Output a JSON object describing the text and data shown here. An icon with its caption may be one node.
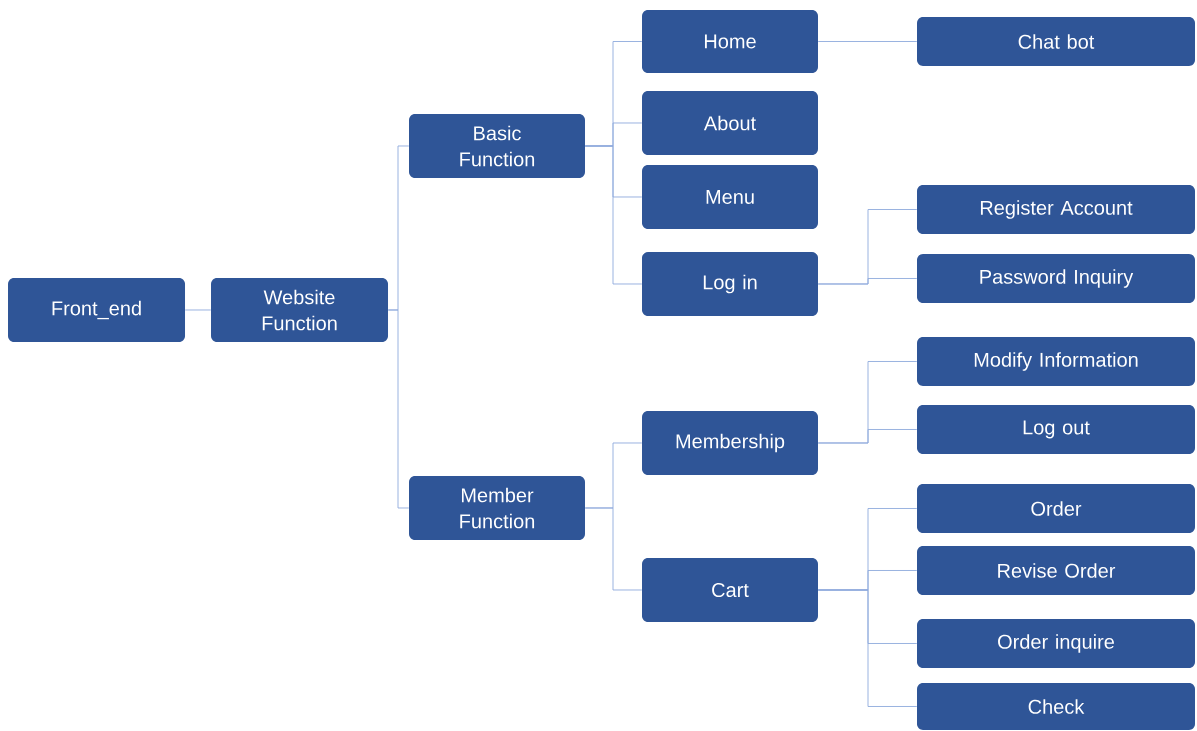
{
  "diagram": {
    "nodes": [
      {
        "text": [
          "Front_end"
        ]
      },
      {
        "text": [
          "Website Function"
        ]
      },
      {
        "text": [
          "Basic Function"
        ]
      },
      {
        "text": [
          "Member Function"
        ]
      },
      {
        "text": [
          "Home"
        ]
      },
      {
        "text": [
          "About"
        ]
      },
      {
        "text": [
          "Menu"
        ]
      },
      {
        "text": [
          "Log in"
        ]
      },
      {
        "text": [
          "Chat bot"
        ]
      },
      {
        "text": [
          "Register Account"
        ]
      },
      {
        "text": [
          "Password Inquiry"
        ]
      },
      {
        "text": [
          "Membership"
        ]
      },
      {
        "text": [
          "Cart"
        ]
      },
      {
        "text": [
          "Modify Information"
        ]
      },
      {
        "text": [
          "Log out"
        ]
      },
      {
        "text": [
          "Order"
        ]
      },
      {
        "text": [
          "Revise Order"
        ]
      },
      {
        "text": [
          "Order inquire"
        ]
      },
      {
        "text": [
          "Check"
        ]
      }
    ],
    "edges": [
      {
        "from": 0,
        "to": 1,
        "arrow": "none"
      },
      {
        "from": 1,
        "to": 2,
        "arrow": "none"
      },
      {
        "from": 1,
        "to": 3,
        "arrow": "none"
      },
      {
        "from": 2,
        "to": 4,
        "arrow": "none"
      },
      {
        "from": 2,
        "to": 5,
        "arrow": "none"
      },
      {
        "from": 2,
        "to": 6,
        "arrow": "none"
      },
      {
        "from": 2,
        "to": 7,
        "arrow": "none"
      },
      {
        "from": 4,
        "to": 8,
        "arrow": "none"
      },
      {
        "from": 7,
        "to": 9,
        "arrow": "none"
      },
      {
        "from": 7,
        "to": 10,
        "arrow": "none"
      },
      {
        "from": 3,
        "to": 11,
        "arrow": "none"
      },
      {
        "from": 3,
        "to": 12,
        "arrow": "none"
      },
      {
        "from": 11,
        "to": 13,
        "arrow": "none"
      },
      {
        "from": 11,
        "to": 14,
        "arrow": "none"
      },
      {
        "from": 12,
        "to": 15,
        "arrow": "none"
      },
      {
        "from": 12,
        "to": 16,
        "arrow": "none"
      },
      {
        "from": 12,
        "to": 17,
        "arrow": "none"
      },
      {
        "from": 12,
        "to": 18,
        "arrow": "none"
      }
    ]
  }
}
